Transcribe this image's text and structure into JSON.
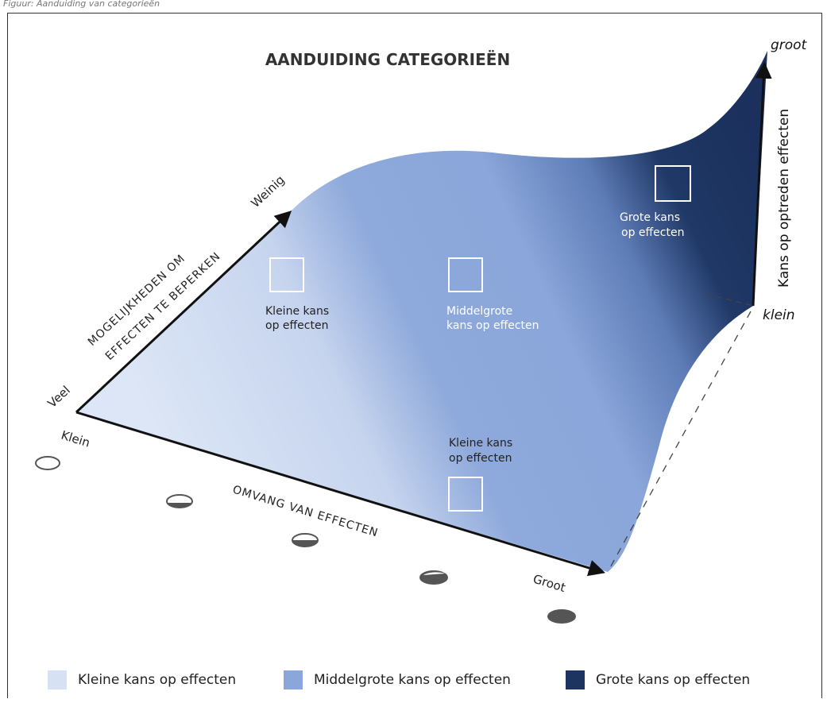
{
  "caption": "Figuur: Aanduiding van categorieën",
  "title": "AANDUIDING CATEGORIEËN",
  "axes": {
    "size": {
      "label": "OMVANG VAN EFFECTEN",
      "start": "Klein",
      "end": "Groot"
    },
    "mitigation": {
      "label_line1": "MOGELIJKHEDEN OM",
      "label_line2": "EFFECTEN TE BEPERKEN",
      "start": "Veel",
      "end": "Weinig"
    },
    "probability": {
      "label": "Kans op optreden effecten",
      "top": "groot",
      "bottom": "klein"
    }
  },
  "regions": {
    "small_top": {
      "line1": "Kleine kans",
      "line2": "op effecten"
    },
    "medium": {
      "line1": "Middelgrote",
      "line2": "kans op effecten"
    },
    "large": {
      "line1": "Grote kans",
      "line2": "op effecten"
    },
    "small_bottom": {
      "line1": "Kleine kans",
      "line2": "op effecten"
    }
  },
  "legend": [
    {
      "label": "Kleine kans op effecten",
      "color": "#d6e1f3"
    },
    {
      "label": "Middelgrote kans op effecten",
      "color": "#8aa6da"
    },
    {
      "label": "Grote kans op effecten",
      "color": "#1d3461"
    }
  ],
  "colors": {
    "light": "#dbe5f5",
    "medium": "#8aa6da",
    "dark": "#1d3461",
    "axis": "#111111"
  },
  "icons": [
    "magnitude-indicator-empty",
    "magnitude-indicator-quarter",
    "magnitude-indicator-half",
    "magnitude-indicator-three-quarter",
    "magnitude-indicator-full"
  ]
}
